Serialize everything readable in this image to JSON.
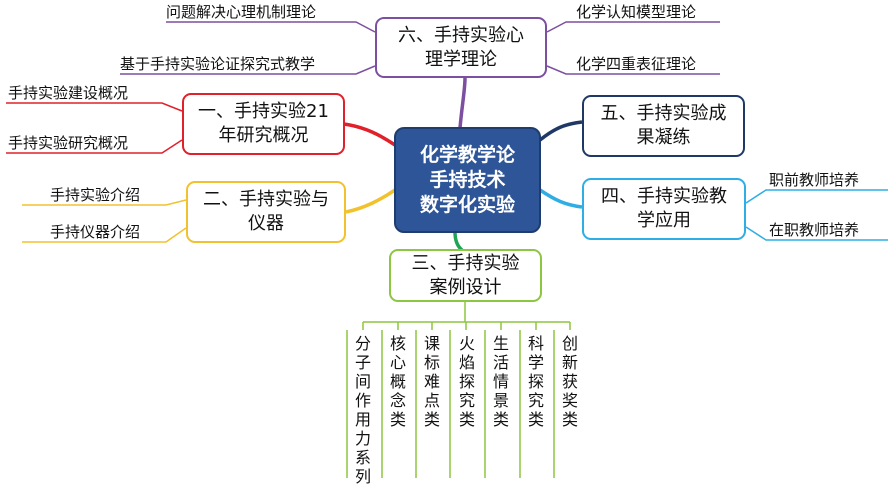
{
  "central": "化学教学论\n手持技术\n数字化实验",
  "branches": {
    "b1": {
      "title": "一、手持实验21\n年研究概况",
      "color": "#e0202a",
      "leaves": [
        "手持实验建设概况",
        "手持实验研究概况"
      ]
    },
    "b2": {
      "title": "二、手持实验与\n仪器",
      "color": "#f2c12e",
      "leaves": [
        "手持实验介绍",
        "手持仪器介绍"
      ]
    },
    "b3": {
      "title": "三、手持实验\n案例设计",
      "color": "#8dc641",
      "leaves": [
        "分子间作用力系列",
        "核心概念类",
        "课标难点类",
        "火焰探究类",
        "生活情景类",
        "科学探究类",
        "创新获奖类"
      ]
    },
    "b4": {
      "title": "四、手持实验教\n学应用",
      "color": "#2eaee4",
      "leaves": [
        "职前教师培养",
        "在职教师培养"
      ]
    },
    "b5": {
      "title": "五、手持实验成\n果凝练",
      "color": "#1f3866",
      "leaves": []
    },
    "b6": {
      "title": "六、手持实验心\n理学理论",
      "color": "#7c4fa0",
      "leaves": [
        "问题解决心理机制理论",
        "基于手持实验论证探究式教学",
        "化学认知模型理论",
        "化学四重表征理论"
      ]
    }
  }
}
